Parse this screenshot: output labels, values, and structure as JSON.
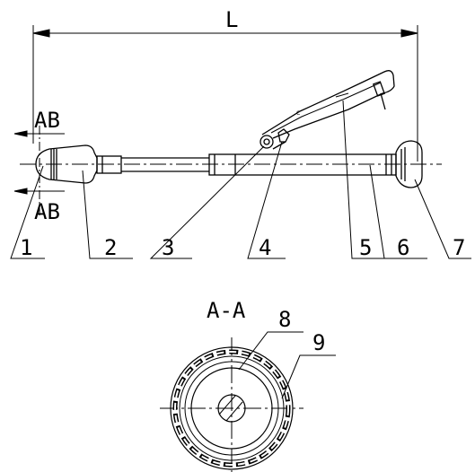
{
  "dimension": {
    "label": "L"
  },
  "section_labels": {
    "top": "AB",
    "bottom": "AB",
    "section_title": "A-A"
  },
  "part_labels": [
    "1",
    "2",
    "3",
    "4",
    "5",
    "6",
    "7",
    "8",
    "9"
  ],
  "colors": {
    "ink": "#000000",
    "background": "#ffffff"
  }
}
